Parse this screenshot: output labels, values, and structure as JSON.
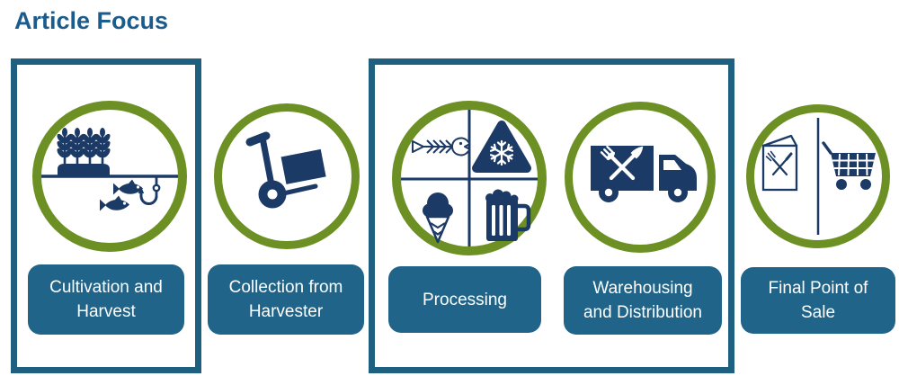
{
  "title": "Article Focus",
  "colors": {
    "focus_box_border": "#1F6080",
    "circle_ring_green": "#6C9024",
    "icon_navy": "#1C3A66",
    "label_background": "#206489",
    "label_text": "#FFFFFF",
    "title_text": "#1B5C8C"
  },
  "stages": [
    {
      "label": "Cultivation and Harvest",
      "lines": [
        "Cultivation and",
        "Harvest"
      ],
      "icon": "wheat-and-fish",
      "in_focus_box": true
    },
    {
      "label": "Collection from Harvester",
      "lines": [
        "Collection from",
        "Harvester"
      ],
      "icon": "hand-truck",
      "in_focus_box": false
    },
    {
      "label": "Processing",
      "lines": [
        "Processing"
      ],
      "icon": "processing-foods",
      "in_focus_box": true
    },
    {
      "label": "Warehousing and Distribution",
      "lines": [
        "Warehousing",
        "and Distribution"
      ],
      "icon": "delivery-truck",
      "in_focus_box": true
    },
    {
      "label": "Final Point of Sale",
      "lines": [
        "Final Point of",
        "Sale"
      ],
      "icon": "menu-and-cart",
      "in_focus_box": false
    }
  ],
  "focus_groups": [
    {
      "covers": [
        "Cultivation and Harvest"
      ]
    },
    {
      "covers": [
        "Processing",
        "Warehousing and Distribution"
      ]
    }
  ]
}
